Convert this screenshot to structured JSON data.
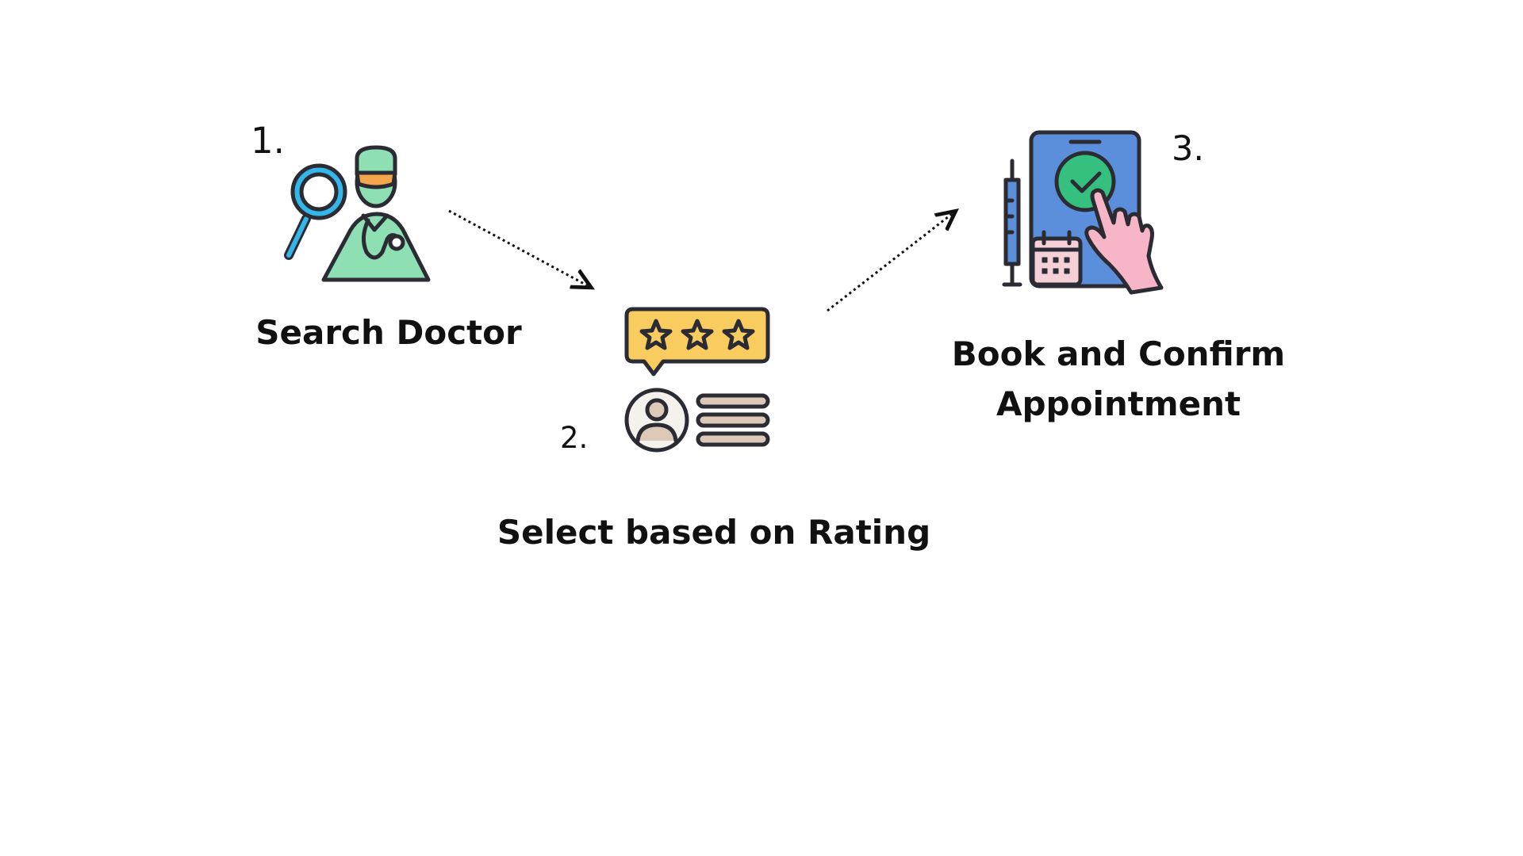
{
  "steps": [
    {
      "number": "1.",
      "label": "Search Doctor",
      "icon": "doctor-search-icon"
    },
    {
      "number": "2.",
      "label": "Select based on Rating",
      "icon": "rating-review-icon"
    },
    {
      "number": "3.",
      "label_lines": [
        "Book and Confirm",
        "Appointment"
      ],
      "icon": "booking-confirm-icon"
    }
  ],
  "colors": {
    "outline": "#2b2b33",
    "mint": "#8fdfb4",
    "orange": "#f4a64a",
    "lens_blue": "#34b6ea",
    "star_yellow": "#f9cc5f",
    "avatar_bg": "#f5f2ee",
    "beige": "#dcc9b8",
    "tablet_blue": "#5b8fdb",
    "check_green": "#35c07f",
    "hand_pink": "#f7b6c8",
    "calendar_pink": "#f6d0d8"
  }
}
